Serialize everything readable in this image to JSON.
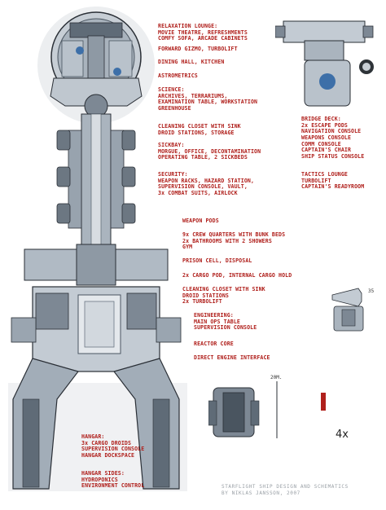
{
  "labels": {
    "relaxation": [
      "RELAXATION LOUNGE:",
      "MOVIE THEATRE, REFRESHMENTS",
      "COMFY SOFA, ARCADE CABINETS"
    ],
    "forward": [
      "FORWARD GIZMO, TURBOLIFT"
    ],
    "dining": [
      "DINING HALL, KITCHEN"
    ],
    "astrometrics": [
      "ASTROMETRICS"
    ],
    "science": [
      "SCIENCE:",
      "ARCHIVES, TERRARIUMS,",
      "EXAMINATION TABLE, WORKSTATION",
      "GREENHOUSE"
    ],
    "cleaning1": [
      "CLEANING CLOSET WITH SINK",
      "DROID STATIONS, STORAGE"
    ],
    "sickbay": [
      "SICKBAY:",
      "MORGUE, OFFICE, DECONTAMINATION",
      "OPERATING TABLE, 2 SICKBEDS"
    ],
    "security": [
      "SECURITY:",
      "WEAPON RACKS, HAZARD STATION,",
      "SUPERVISION CONSOLE, VAULT,",
      "3x COMBAT SUITS, AIRLOCK"
    ],
    "weapon_pods": [
      "WEAPON PODS"
    ],
    "crew": [
      "9x CREW QUARTERS WITH BUNK BEDS",
      "2x BATHROOMS WITH 2 SHOWERS",
      "GYM"
    ],
    "prison": [
      "PRISON CELL, DISPOSAL"
    ],
    "cargo": [
      "2x CARGO POD, INTERNAL CARGO HOLD"
    ],
    "cleaning2": [
      "CLEANING CLOSET WITH SINK",
      "DROID STATIONS",
      "2x TURBOLIFT"
    ],
    "engineering": [
      "ENGINEERING:",
      "MAIN OPS TABLE",
      "SUPERVISION CONSOLE"
    ],
    "reactor": [
      "REACTOR CORE"
    ],
    "direct_engine": [
      "DIRECT ENGINE INTERFACE"
    ],
    "bridge": [
      "BRIDGE DECK:",
      "2x ESCAPE PODS",
      "NAVIGATION CONSOLE",
      "WEAPONS CONSOLE",
      "COMM CONSOLE",
      "CAPTAIN'S CHAIR",
      "SHIP STATUS CONSOLE"
    ],
    "tactics": [
      "TACTICS LOUNGE",
      "TURBOLIFT",
      "CAPTAIN'S READYROOM"
    ],
    "hangar": [
      "HANGAR:",
      "3x CARGO DROIDS",
      "SUPERVISION CONSOLE",
      "HANGAR DOCKSPACE"
    ],
    "hangar_sides": [
      "HANGAR SIDES:",
      "HYDROPONICS",
      "ENVIRONMENT CONTROL"
    ]
  },
  "scale_labels": {
    "twenty_m": "20M.",
    "three_five": "35",
    "four_x": "4x"
  },
  "credits": [
    "STARFLIGHT SHIP DESIGN AND SCHEMATICS",
    "BY NIKLAS JANSSON, 2007"
  ],
  "colors": {
    "label_red": "#b0201c",
    "hull_light": "#c8cfd6",
    "hull_mid": "#8e99a4",
    "hull_dark": "#4a5560",
    "outline": "#2a2f36",
    "floor": "#b9c2cb",
    "glow": "#e6e9ec",
    "accent_blue": "#3d6fa8"
  }
}
